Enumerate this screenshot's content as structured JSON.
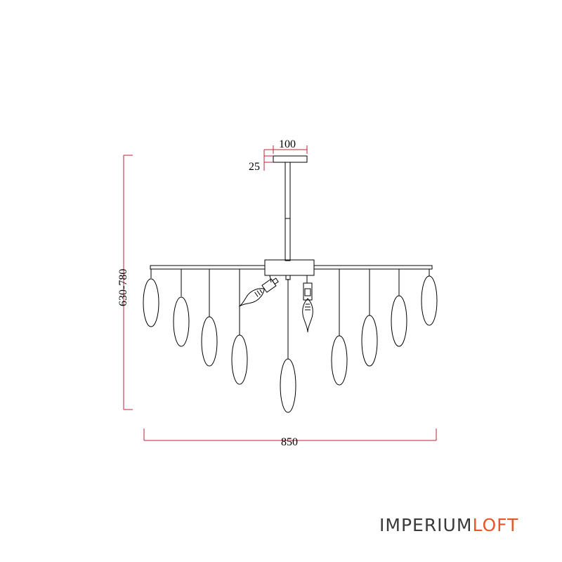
{
  "dimensions": {
    "canopy_width": "100",
    "canopy_height": "25",
    "total_height": "630-780",
    "total_width": "850"
  },
  "logo": {
    "part1": "IMPERIUM",
    "part2": "LOFT"
  },
  "colors": {
    "dimension_line": "#c0203a",
    "drawing_line": "#000000",
    "logo_dark": "#3a3a3a",
    "logo_accent": "#e8562a"
  },
  "icons": {
    "bulb": "candle-bulb-icon"
  }
}
